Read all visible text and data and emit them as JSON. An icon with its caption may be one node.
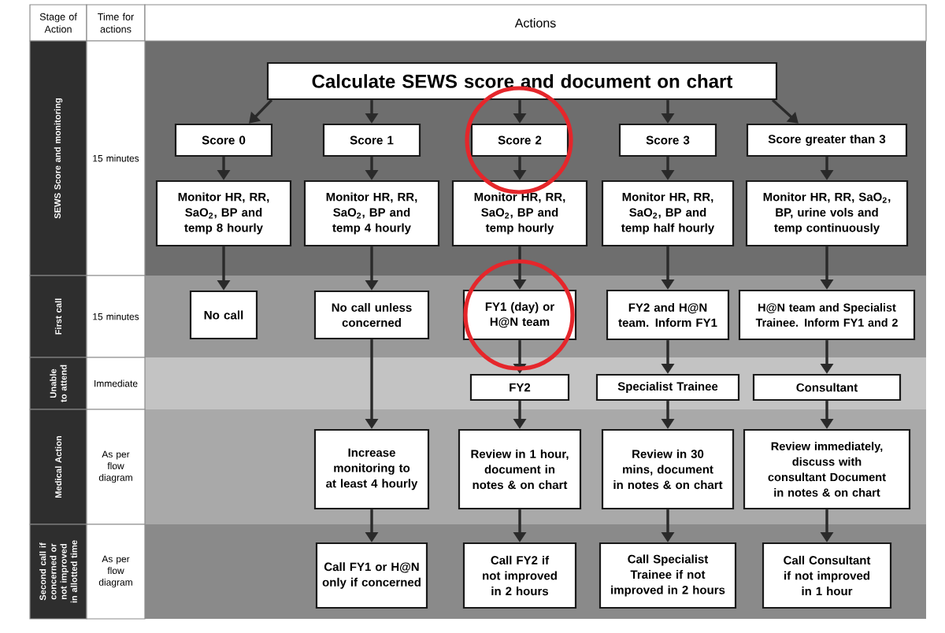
{
  "diagram": {
    "nodes": [
      {
        "text": [
          "Calculate SEWS score and document on chart"
        ]
      },
      {
        "text": [
          "Score 0"
        ]
      },
      {
        "text": [
          "Score 1"
        ]
      },
      {
        "text": [
          "Score 2"
        ]
      },
      {
        "text": [
          "Score 3"
        ]
      },
      {
        "text": [
          "Score greater than 3"
        ]
      },
      {
        "text": [
          "Monitor HR, RR, SaO$_{2}$, BP and temp 8 hourly"
        ]
      },
      {
        "text": [
          "Monitor HR, RR, SaO$_{2}$, BP and temp 4 hourly"
        ]
      },
      {
        "text": [
          "Monitor HR, RR, SaO$_{2}$, BP and temp hourly"
        ]
      },
      {
        "text": [
          "Monitor HR, RR, SaO$_{2}$, BP and temp half hourly"
        ]
      },
      {
        "text": [
          "Monitor HR, RR, SaO$_{2}$, BP, urine vols and temp continuously"
        ]
      },
      {
        "text": [
          "No call"
        ]
      },
      {
        "text": [
          "No call unless concerned"
        ]
      },
      {
        "text": [
          "FY1 (day) or H@N team"
        ]
      },
      {
        "text": [
          "FY2 and H@N team. Inform FY1"
        ]
      },
      {
        "text": [
          "H@N team and Specialist Trainee. Inform FY1 and 2"
        ]
      },
      {
        "text": [
          "FY2"
        ]
      },
      {
        "text": [
          "Specialist Trainee"
        ]
      },
      {
        "text": [
          "Consultant"
        ]
      },
      {
        "text": [
          "Increase monitoring to at least 4 hourly"
        ]
      },
      {
        "text": [
          "Review in 1 hour, document in notes & on chart"
        ]
      },
      {
        "text": [
          "Review in 30 mins, document in notes & on chart"
        ]
      },
      {
        "text": [
          "Review immediately, discuss with consultant Document in notes & on chart"
        ]
      },
      {
        "text": [
          "Call FY1 or H@N only if concerned"
        ]
      },
      {
        "text": [
          "Call FY2 if not improved in 2 hours"
        ]
      },
      {
        "text": [
          "Call Specialist Trainee if not improved in 2 hours"
        ]
      },
      {
        "text": [
          "Call Consultant if not improved in 1 hour"
        ]
      }
    ],
    "edges": [
      {
        "from": 0,
        "to": 1,
        "arrow": "to"
      },
      {
        "from": 0,
        "to": 2,
        "arrow": "to"
      },
      {
        "from": 0,
        "to": 3,
        "arrow": "to"
      },
      {
        "from": 0,
        "to": 4,
        "arrow": "to"
      },
      {
        "from": 0,
        "to": 5,
        "arrow": "to"
      },
      {
        "from": 1,
        "to": 6,
        "arrow": "to"
      },
      {
        "from": 2,
        "to": 7,
        "arrow": "to"
      },
      {
        "from": 3,
        "to": 8,
        "arrow": "to"
      },
      {
        "from": 4,
        "to": 9,
        "arrow": "to"
      },
      {
        "from": 5,
        "to": 10,
        "arrow": "to"
      },
      {
        "from": 6,
        "to": 11,
        "arrow": "to"
      },
      {
        "from": 7,
        "to": 12,
        "arrow": "to"
      },
      {
        "from": 8,
        "to": 13,
        "arrow": "to"
      },
      {
        "from": 9,
        "to": 14,
        "arrow": "to"
      },
      {
        "from": 10,
        "to": 15,
        "arrow": "to"
      },
      {
        "from": 13,
        "to": 16,
        "arrow": "to"
      },
      {
        "from": 14,
        "to": 17,
        "arrow": "to"
      },
      {
        "from": 15,
        "to": 18,
        "arrow": "to"
      },
      {
        "from": 12,
        "to": 19,
        "arrow": "to"
      },
      {
        "from": 16,
        "to": 20,
        "arrow": "to"
      },
      {
        "from": 17,
        "to": 21,
        "arrow": "to"
      },
      {
        "from": 18,
        "to": 22,
        "arrow": "to"
      },
      {
        "from": 19,
        "to": 23,
        "arrow": "to"
      },
      {
        "from": 20,
        "to": 24,
        "arrow": "to"
      },
      {
        "from": 21,
        "to": 25,
        "arrow": "to"
      },
      {
        "from": 22,
        "to": 26,
        "arrow": "to"
      }
    ],
    "labels": [
      "Stage of Action",
      "Time for actions",
      "Actions",
      "SEWS Score and monitoring",
      "15 minutes",
      "First call",
      "15 minutes",
      "Unable to attend",
      "Immediate",
      "Medical Action",
      "As per flow diagram",
      "Second call if concerned or not improved in allotted time",
      "As per flow diagram"
    ]
  }
}
